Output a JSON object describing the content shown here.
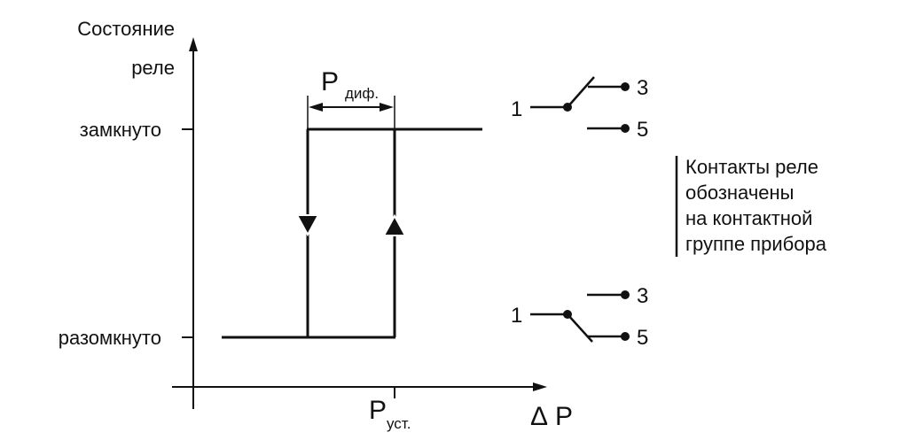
{
  "y_axis": {
    "title_line1": "Состояние",
    "title_line2": "реле",
    "state_closed": "замкнуто",
    "state_open": "разомкнуто"
  },
  "x_axis": {
    "delta_symbol": "Δ",
    "label": "P",
    "setpoint_main": "P",
    "setpoint_sub": "уст."
  },
  "differential": {
    "main": "P",
    "sub": "диф."
  },
  "contacts_closed": {
    "common": "1",
    "nc": "3",
    "no": "5"
  },
  "contacts_open": {
    "common": "1",
    "nc": "3",
    "no": "5"
  },
  "note": {
    "line1": "Контакты реле",
    "line2": "обозначены",
    "line3": "на контактной",
    "line4": "группе прибора"
  },
  "colors": {
    "ink": "#111111",
    "background": "#ffffff"
  }
}
